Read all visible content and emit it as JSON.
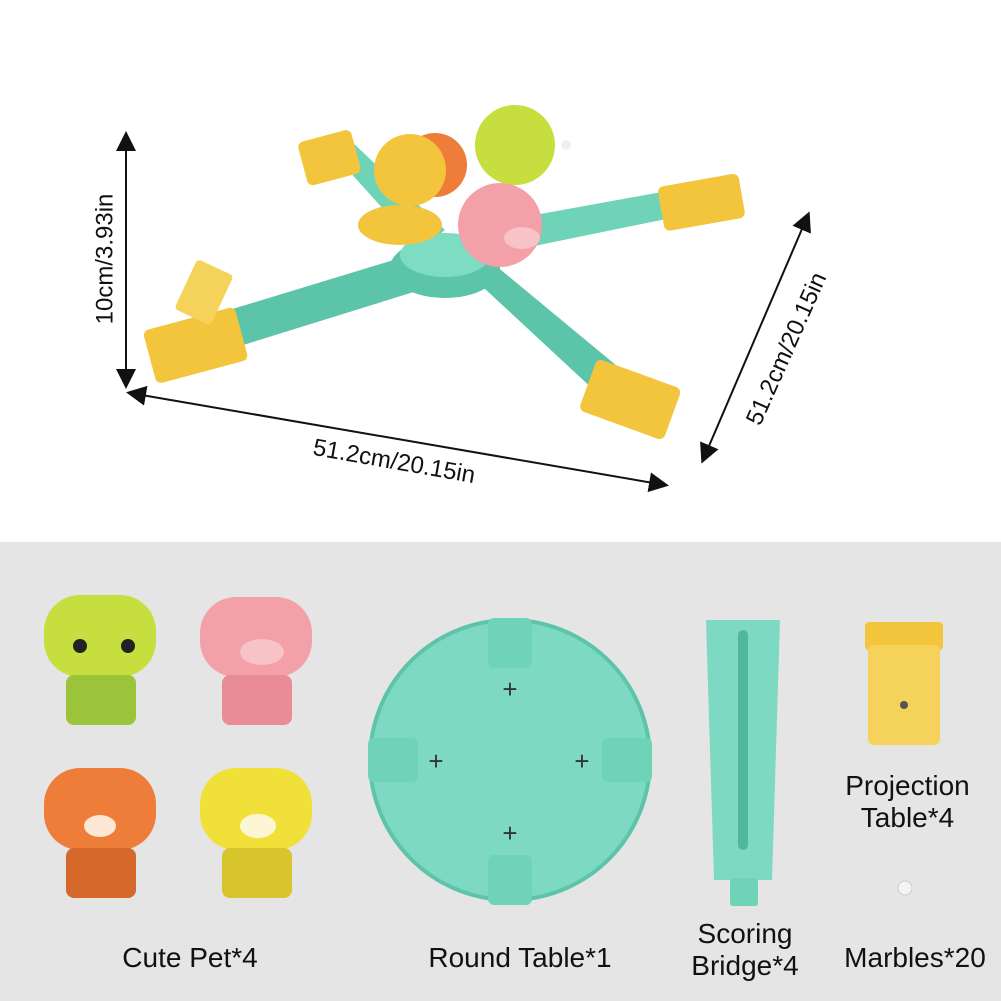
{
  "dimensions": {
    "height": "10cm/3.93in",
    "width": "51.2cm/20.15in",
    "depth": "51.2cm/20.15in"
  },
  "parts": [
    {
      "label": "Cute Pet*4"
    },
    {
      "label": "Round Table*1"
    },
    {
      "label_line1": "Scoring",
      "label_line2": "Bridge*4"
    },
    {
      "label_line1": "Projection",
      "label_line2": "Table*4"
    },
    {
      "label": "Marbles*20"
    }
  ],
  "colors": {
    "teal": "#6fd3b8",
    "yellow": "#f2c53d",
    "lime": "#c6de3e",
    "pink": "#f3a0a8",
    "orange": "#ef7d3a",
    "panel": "#e5e5e5"
  }
}
